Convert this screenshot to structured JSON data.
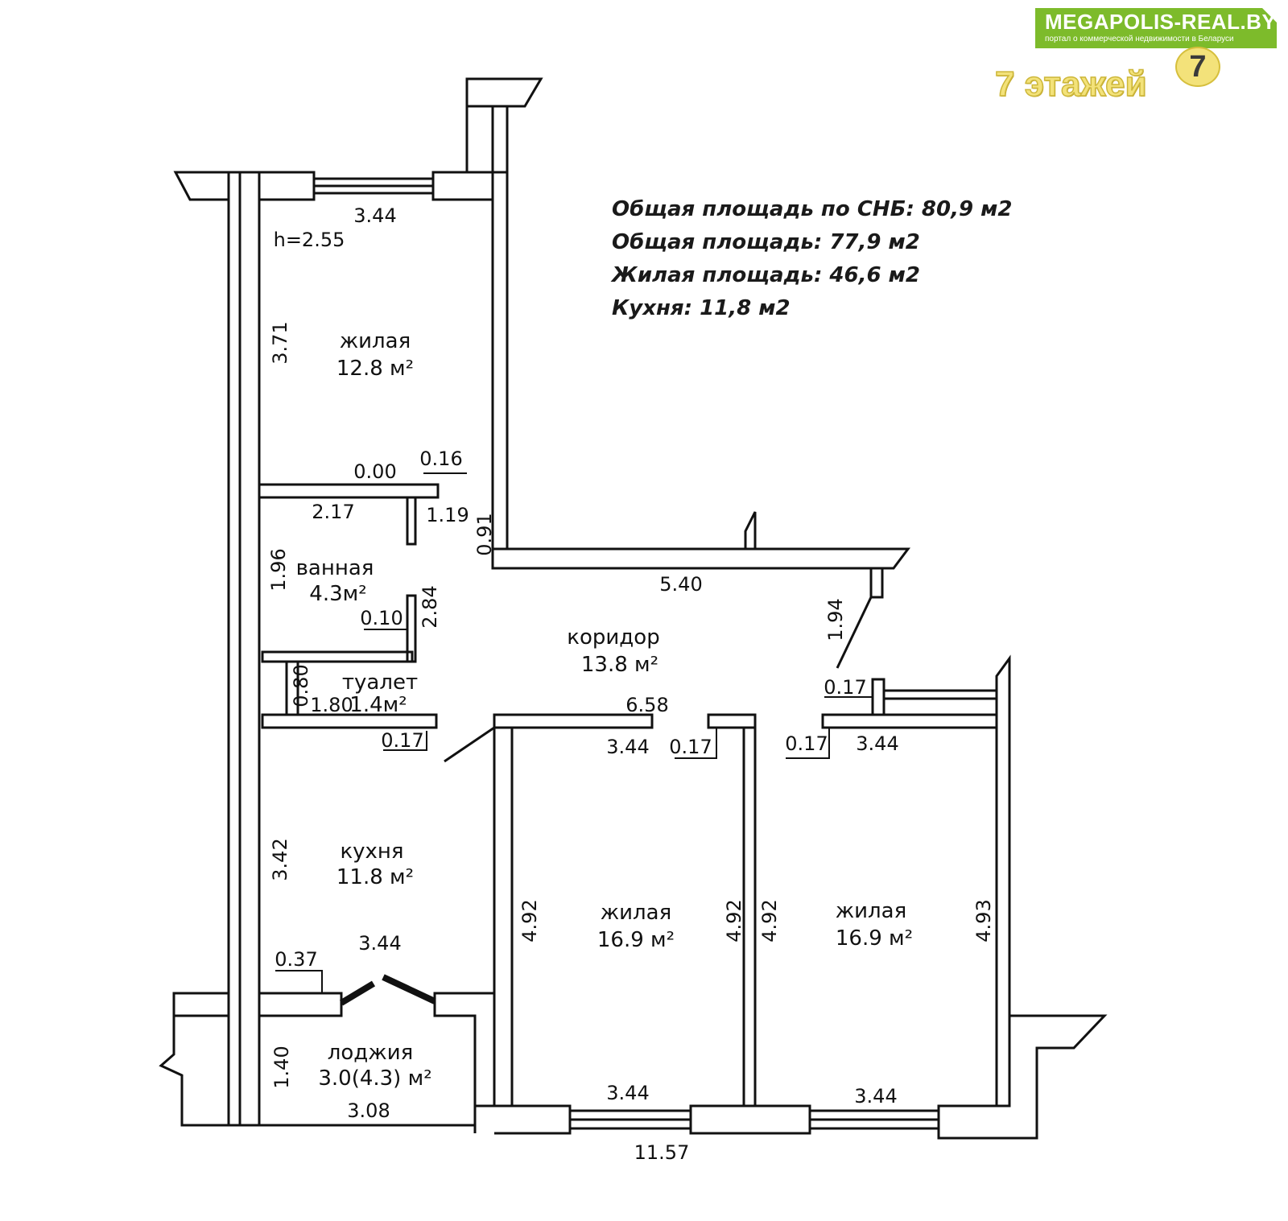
{
  "watermark": {
    "site": "MEGAPOLIS-REAL.BY",
    "tagline": "портал о коммерческой недвижимости в Беларуси",
    "logo_text": "7 этажей",
    "logo_mark": "7",
    "brand_color": "#7dbb2b",
    "logo_color": "#f3e27a"
  },
  "summary": [
    "Общая площадь по СНБ: 80,9 м2",
    "Общая площадь: 77,9 м2",
    "Жилая площадь: 46,6 м2",
    "Кухня: 11,8 м2"
  ],
  "rooms": {
    "living_top": {
      "name": "жилая",
      "area": "12.8 м²"
    },
    "bath": {
      "name": "ванная",
      "area": "4.3м²"
    },
    "toilet": {
      "name": "туалет",
      "area": "1.4м²"
    },
    "corridor": {
      "name": "коридор",
      "area": "13.8 м²"
    },
    "kitchen": {
      "name": "кухня",
      "area": "11.8 м²"
    },
    "living_mid": {
      "name": "жилая",
      "area": "16.9 м²"
    },
    "living_right": {
      "name": "жилая",
      "area": "16.9 м²"
    },
    "loggia": {
      "name": "лоджия",
      "area": "3.0(4.3) м²"
    }
  },
  "height": "h=2.55",
  "dims": {
    "top_width": "3.44",
    "top_height": "3.71",
    "d000": "0.00",
    "d016": "0.16",
    "d217": "2.17",
    "d119": "1.19",
    "d091": "0.91",
    "d540": "5.40",
    "d194": "1.94",
    "d196": "1.96",
    "d010": "0.10",
    "d284": "2.84",
    "d080": "0.80",
    "d180": "1.80",
    "d017a": "0.17",
    "d017b": "0.17",
    "d017c": "0.17",
    "d017d": "0.17",
    "d658": "6.58",
    "d344a": "3.44",
    "d344b": "3.44",
    "d342": "3.42",
    "d492a": "4.92",
    "d492b": "4.92",
    "d492c": "4.92",
    "d493": "4.93",
    "d344c": "3.44",
    "d037": "0.37",
    "d140": "1.40",
    "d308": "3.08",
    "d344d": "3.44",
    "d344e": "3.44",
    "d1157": "11.57"
  }
}
